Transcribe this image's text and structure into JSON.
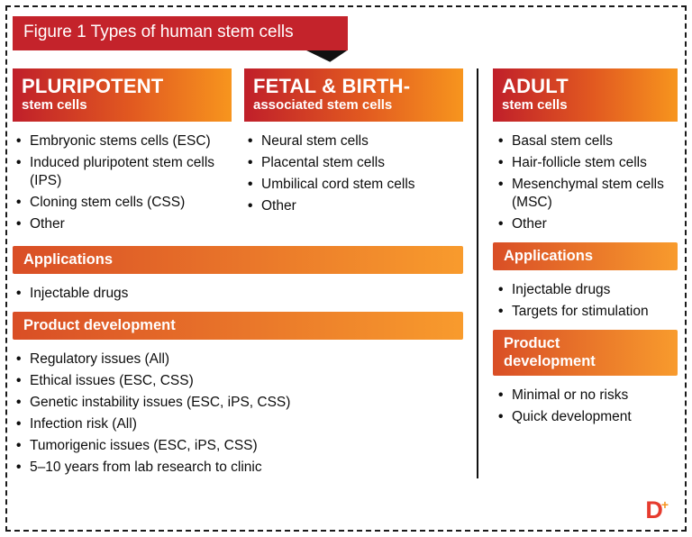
{
  "title": "Figure 1 Types of human stem cells",
  "columns": {
    "pluripotent": {
      "header_line1": "PLURIPOTENT",
      "header_line2": "stem cells",
      "items": [
        "Embryonic stems cells (ESC)",
        "Induced pluripotent stem cells (IPS)",
        "Cloning stem cells (CSS)",
        "Other"
      ]
    },
    "fetal": {
      "header_line1": "FETAL & BIRTH-",
      "header_line2": "associated stem cells",
      "items": [
        "Neural stem cells",
        "Placental stem cells",
        "Umbilical cord stem cells",
        "Other"
      ]
    },
    "adult": {
      "header_line1": "ADULT",
      "header_line2": "stem cells",
      "items": [
        "Basal stem cells",
        "Hair-follicle stem cells",
        "Mesenchymal stem cells (MSC)",
        "Other"
      ]
    }
  },
  "left_sections": {
    "applications_label": "Applications",
    "applications_items": [
      "Injectable drugs"
    ],
    "product_label": "Product development",
    "product_items": [
      "Regulatory issues (All)",
      "Ethical issues (ESC, CSS)",
      "Genetic instability issues (ESC, iPS, CSS)",
      "Infection risk (All)",
      "Tumorigenic issues (ESC, iPS, CSS)",
      "5–10 years from lab research to clinic"
    ]
  },
  "adult_sections": {
    "applications_label": "Applications",
    "applications_items": [
      "Injectable drugs",
      "Targets for stimulation"
    ],
    "product_label_line1": "Product",
    "product_label_line2": "development",
    "product_items": [
      "Minimal or no risks",
      "Quick development"
    ]
  },
  "logo": {
    "text": "D",
    "plus": "+"
  },
  "colors": {
    "banner_red": "#c4232b",
    "header_gradient_start": "#c01f2a",
    "header_gradient_end": "#f7951e",
    "bar_gradient_start": "#d94e26",
    "bar_gradient_end": "#f89b2d"
  }
}
